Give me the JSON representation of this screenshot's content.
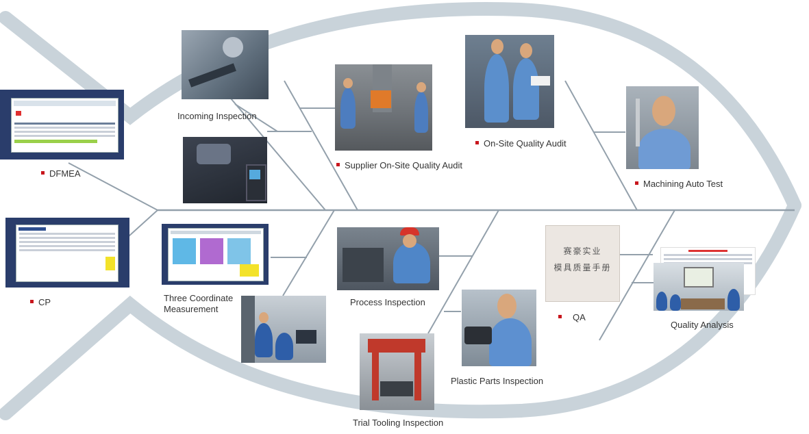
{
  "colors": {
    "fish_outline": "#c9d3da",
    "bone": "#93a0ab",
    "bullet": "#c8161d",
    "doc_frame": "#2a3d6b"
  },
  "labels": {
    "dfmea": "DFMEA",
    "cp": "CP",
    "incoming": "Incoming Inspection",
    "supplier_audit": "Supplier On-Site Quality Audit",
    "onsite_audit": "On-Site Quality Audit",
    "machining": "Machining Auto Test",
    "three_coord_1": "Three Coordinate",
    "three_coord_2": "Measurement",
    "process": "Process Inspection",
    "trial_tooling": "Trial Tooling Inspection",
    "plastic_parts": "Plastic Parts Inspection",
    "qa": "QA",
    "quality_analysis": "Quality Analysis"
  },
  "qa_book": {
    "line1": "赛豪实业",
    "line2": "模具质量手册"
  }
}
